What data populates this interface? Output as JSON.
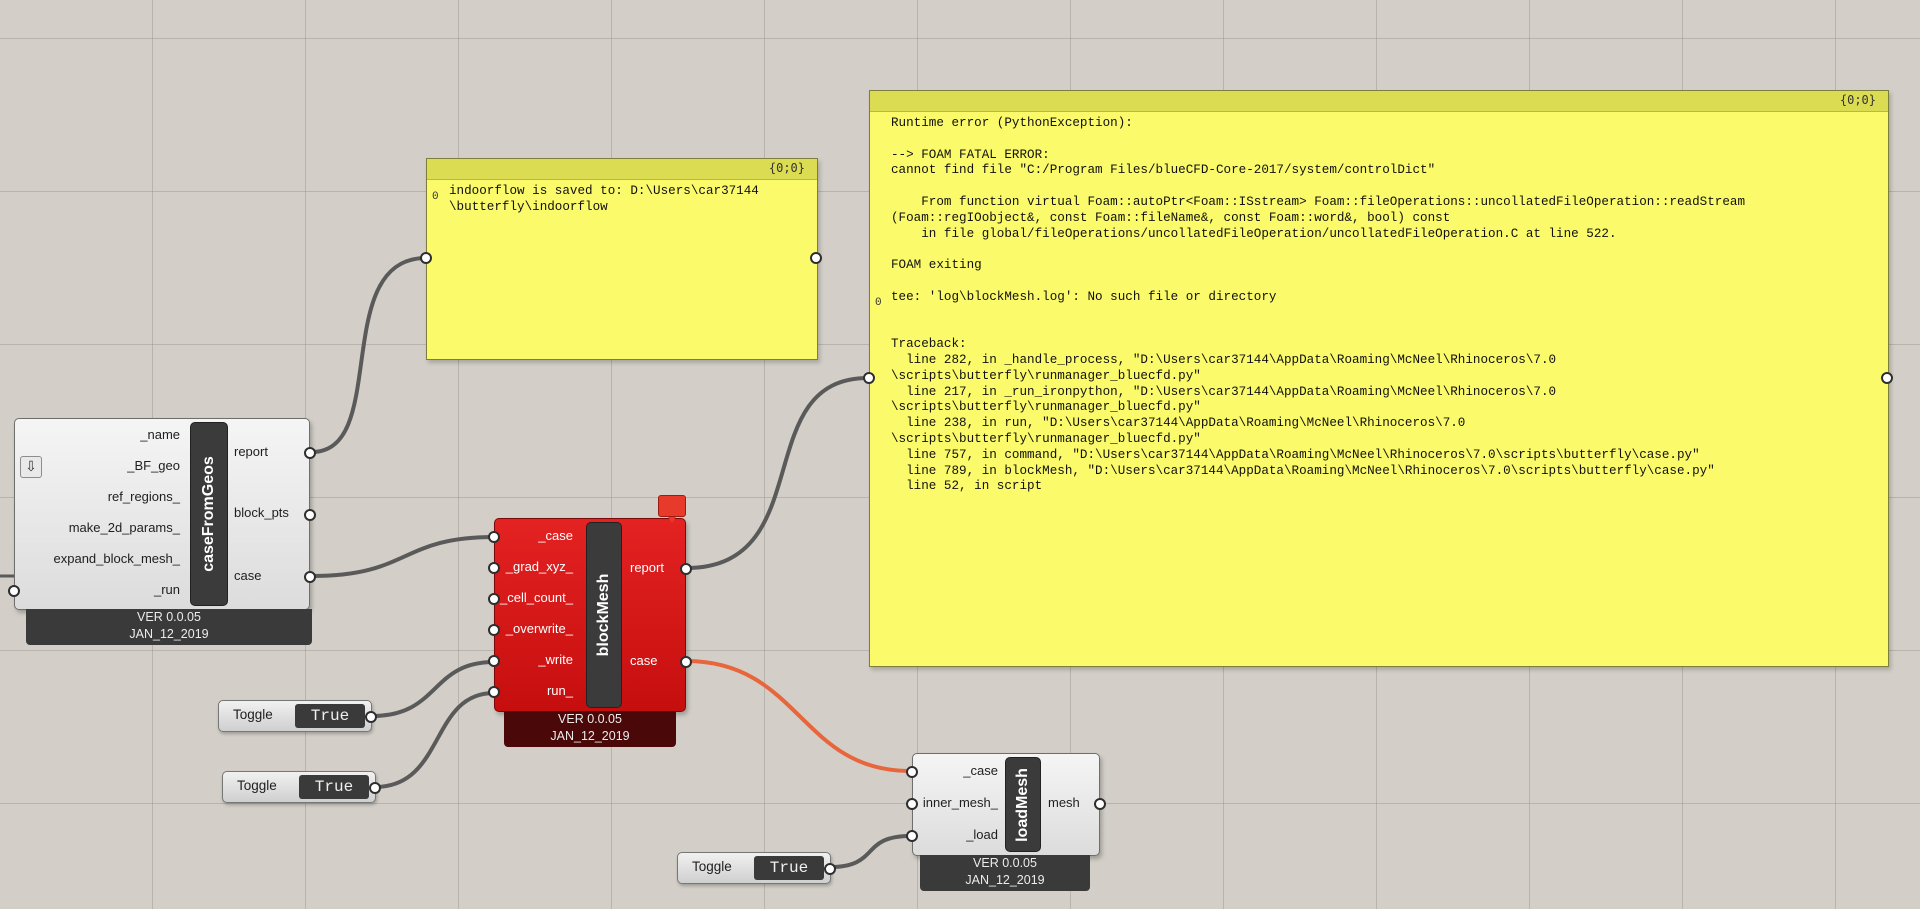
{
  "components": {
    "case_from_geos": {
      "nickname": "caseFromGeos",
      "inputs": [
        "_name",
        "_BF_geo",
        "ref_regions_",
        "make_2d_params_",
        "expand_block_mesh_",
        "_run"
      ],
      "outputs": [
        "report",
        "block_pts",
        "case"
      ],
      "version": "VER 0.0.05",
      "date": "JAN_12_2019"
    },
    "block_mesh": {
      "nickname": "blockMesh",
      "inputs": [
        "_case",
        "_grad_xyz_",
        "_cell_count_",
        "_overwrite_",
        "_write",
        "run_"
      ],
      "outputs": [
        "report",
        "case"
      ],
      "version": "VER 0.0.05",
      "date": "JAN_12_2019"
    },
    "load_mesh": {
      "nickname": "loadMesh",
      "inputs": [
        "_case",
        "inner_mesh_",
        "_load"
      ],
      "outputs": [
        "mesh"
      ],
      "version": "VER 0.0.05",
      "date": "JAN_12_2019"
    }
  },
  "panels": {
    "report_panel": {
      "path": "{0;0}",
      "index": "0",
      "text": "indoorflow is saved to: D:\\Users\\car37144\n\\butterfly\\indoorflow"
    },
    "error_panel": {
      "path": "{0;0}",
      "index": "0",
      "text": "Runtime error (PythonException):\n\n--> FOAM FATAL ERROR:\ncannot find file \"C:/Program Files/blueCFD-Core-2017/system/controlDict\"\n\n    From function virtual Foam::autoPtr<Foam::ISstream> Foam::fileOperations::uncollatedFileOperation::readStream\n(Foam::regIOobject&, const Foam::fileName&, const Foam::word&, bool) const\n    in file global/fileOperations/uncollatedFileOperation/uncollatedFileOperation.C at line 522.\n\nFOAM exiting\n\ntee: 'log\\blockMesh.log': No such file or directory\n\n\nTraceback:\n  line 282, in _handle_process, \"D:\\Users\\car37144\\AppData\\Roaming\\McNeel\\Rhinoceros\\7.0\n\\scripts\\butterfly\\runmanager_bluecfd.py\"\n  line 217, in _run_ironpython, \"D:\\Users\\car37144\\AppData\\Roaming\\McNeel\\Rhinoceros\\7.0\n\\scripts\\butterfly\\runmanager_bluecfd.py\"\n  line 238, in run, \"D:\\Users\\car37144\\AppData\\Roaming\\McNeel\\Rhinoceros\\7.0\n\\scripts\\butterfly\\runmanager_bluecfd.py\"\n  line 757, in command, \"D:\\Users\\car37144\\AppData\\Roaming\\McNeel\\Rhinoceros\\7.0\\scripts\\butterfly\\case.py\"\n  line 789, in blockMesh, \"D:\\Users\\car37144\\AppData\\Roaming\\McNeel\\Rhinoceros\\7.0\\scripts\\butterfly\\case.py\"\n  line 52, in script"
    }
  },
  "toggles": [
    {
      "label": "Toggle",
      "value": "True"
    },
    {
      "label": "Toggle",
      "value": "True"
    },
    {
      "label": "Toggle",
      "value": "True"
    }
  ],
  "icons": {
    "input_param_icon": "down-arrow-icon",
    "error_bubble": "runtime-message-balloon-icon"
  },
  "colors": {
    "canvas": "#d3cfc8",
    "panel": "#fbfa6a",
    "error_component": "#d81818",
    "error_wire": "#e8663c",
    "wire": "#5a5a5a"
  }
}
